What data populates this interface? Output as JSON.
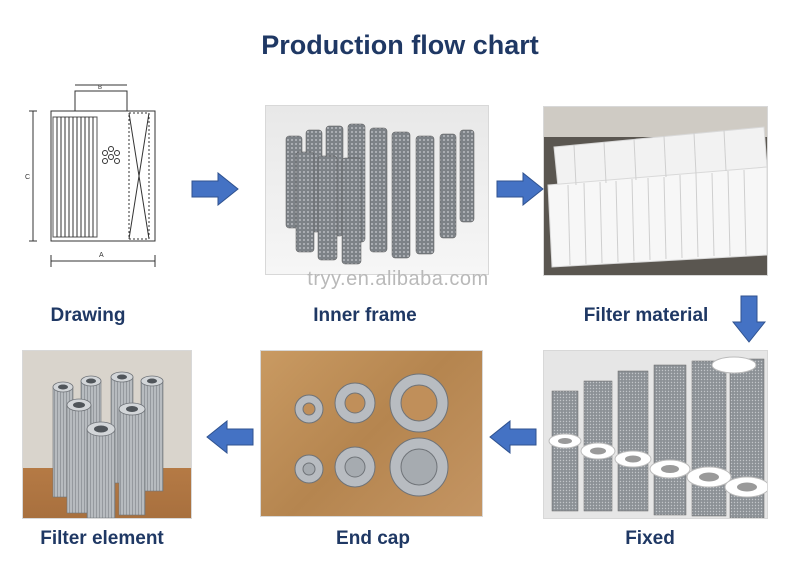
{
  "title": "Production flow chart",
  "watermark": "tryy.en.alibaba.com",
  "steps": [
    {
      "label": "Drawing",
      "image": "technical-drawing"
    },
    {
      "label": "Inner frame",
      "image": "perforated-tubes"
    },
    {
      "label": "Filter material",
      "image": "pleated-filter-media"
    },
    {
      "label": "Fixed",
      "image": "assembled-cylinders"
    },
    {
      "label": "End cap",
      "image": "metal-end-caps"
    },
    {
      "label": "Filter element",
      "image": "finished-filter-elements"
    }
  ],
  "drawing_dimensions": {
    "a": "A",
    "b": "B",
    "c": "C"
  },
  "colors": {
    "heading": "#1f3864",
    "arrow": "#4472c4"
  }
}
